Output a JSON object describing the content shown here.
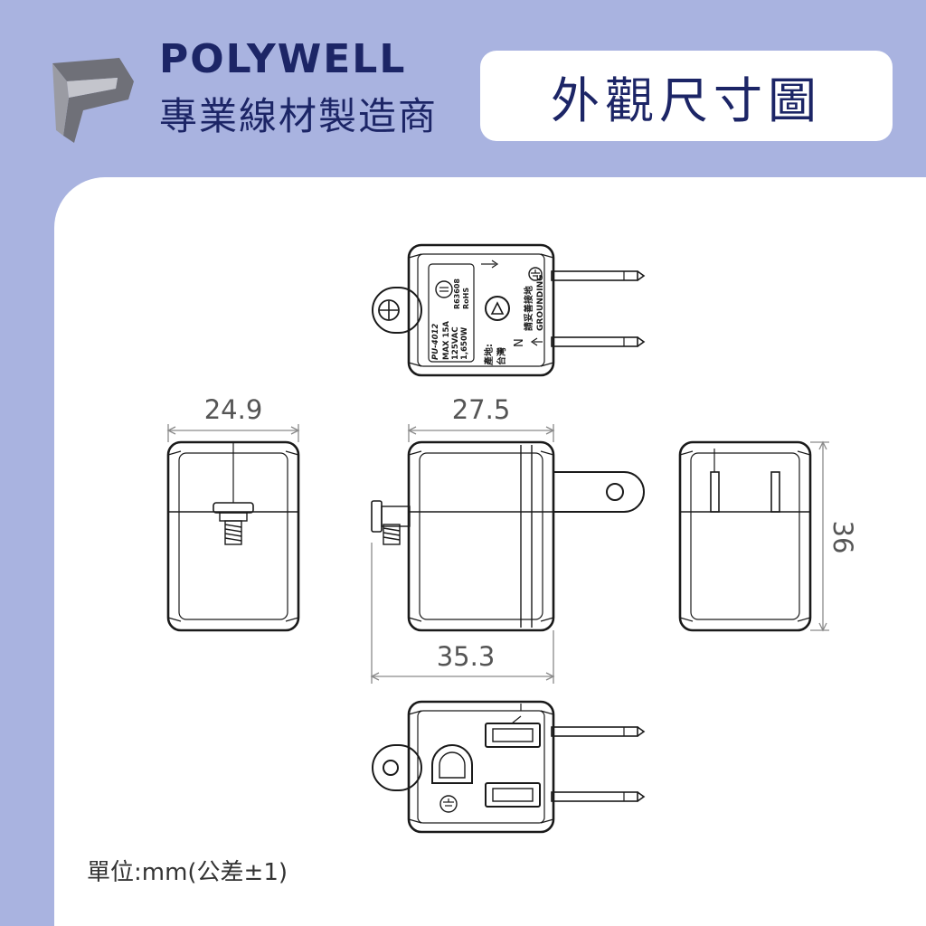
{
  "header": {
    "brand_name": "POLYWELL",
    "tagline": "專業線材製造商",
    "page_title": "外觀尺寸圖",
    "logo_icon": "polywell-p-logo-icon"
  },
  "colors": {
    "background": "#a9b3e0",
    "brand": "#1c2566",
    "panel": "#ffffff",
    "line": "#1a1a1a",
    "dimension_line": "#8a8a8a",
    "dimension_text": "#555555"
  },
  "dimensions": {
    "width_side": "24.9",
    "width_front": "27.5",
    "depth_total": "35.3",
    "height": "36"
  },
  "top_view_label": {
    "model": "PU-4012",
    "rating_current": "MAX 15A",
    "rating_voltage": "125VAC",
    "rating_power": "1,650W",
    "cert": "R63608",
    "rohs": "RoHS",
    "origin": "產地:",
    "origin_country": "台灣",
    "ground_note": "請妥善接地",
    "ground_en": "GROUNDING",
    "neutral": "N"
  },
  "footer": {
    "unit_note": "單位:mm(公差±1)"
  }
}
